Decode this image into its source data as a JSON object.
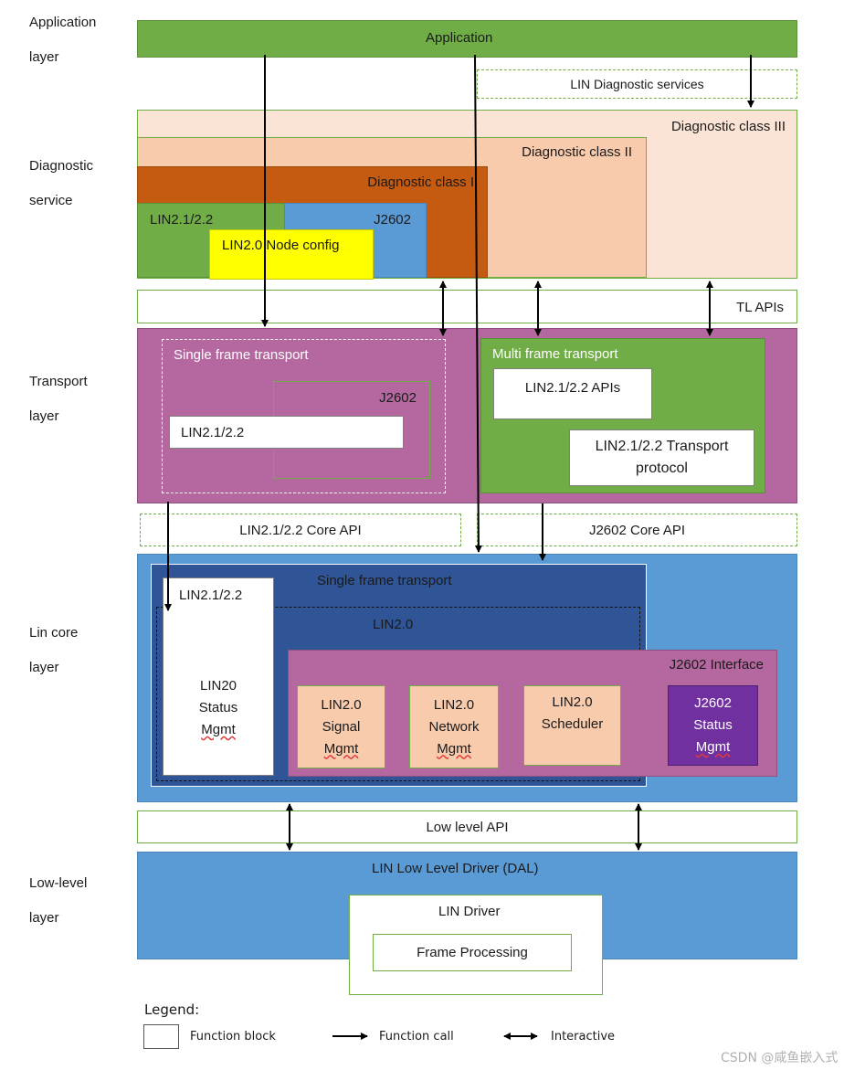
{
  "side_labels": [
    [
      "Application",
      "layer"
    ],
    [
      "Diagnostic",
      "service"
    ],
    [
      "Transport",
      "layer"
    ],
    [
      "Lin core",
      "layer"
    ],
    [
      "Low-level",
      "layer"
    ]
  ],
  "application": {
    "title": "Application"
  },
  "diag_services": {
    "title": "LIN Diagnostic services"
  },
  "diagnostic": {
    "class3": "Diagnostic class III",
    "class2": "Diagnostic class II",
    "class1": "Diagnostic class I",
    "lin21": "LIN2.1/2.2",
    "j2602": "J2602",
    "node_config": "LIN2.0 Node config"
  },
  "tl_apis": "TL APIs",
  "transport": {
    "single_frame": "Single frame transport",
    "j2602": "J2602",
    "lin21": "LIN2.1/2.2",
    "multi_frame": "Multi frame transport",
    "multi_apis": "LIN2.1/2.2 APIs",
    "multi_transport": [
      "LIN2.1/2.2 Transport",
      "protocol"
    ]
  },
  "core_api": {
    "lin21": "LIN2.1/2.2 Core API",
    "j2602": "J2602 Core API"
  },
  "lin_core": {
    "single_frame": "Single frame transport",
    "lin21": "LIN2.1/2.2",
    "lin20": "LIN2.0",
    "status_mgmt": [
      "LIN20",
      "Status",
      "Mgmt"
    ],
    "j2602_interface": "J2602 Interface",
    "signal_mgmt": [
      "LIN2.0",
      "Signal",
      "Mgmt"
    ],
    "network_mgmt": [
      "LIN2.0",
      "Network",
      "Mgmt"
    ],
    "scheduler": [
      "LIN2.0",
      "Scheduler"
    ],
    "j2602_status": [
      "J2602",
      "Status",
      "Mgmt"
    ]
  },
  "low_level_api": "Low level API",
  "low_level": {
    "driver_dal": "LIN Low Level Driver (DAL)",
    "lin_driver": "LIN Driver",
    "frame_processing": "Frame Processing"
  },
  "legend": {
    "title": "Legend:",
    "function_block": "Function block",
    "function_call": "Function call",
    "interactive": "Interactive"
  },
  "watermark": "CSDN @咸鱼嵌入式",
  "colors": {
    "green": "#70ad47",
    "peach_light": "#fbe4d5",
    "peach": "#f8cbad",
    "orange": "#c55a11",
    "blue": "#5b9bd5",
    "navy": "#2f5597",
    "purple": "#b4689f",
    "violet": "#7030a0",
    "yellow": "#ffff00"
  }
}
